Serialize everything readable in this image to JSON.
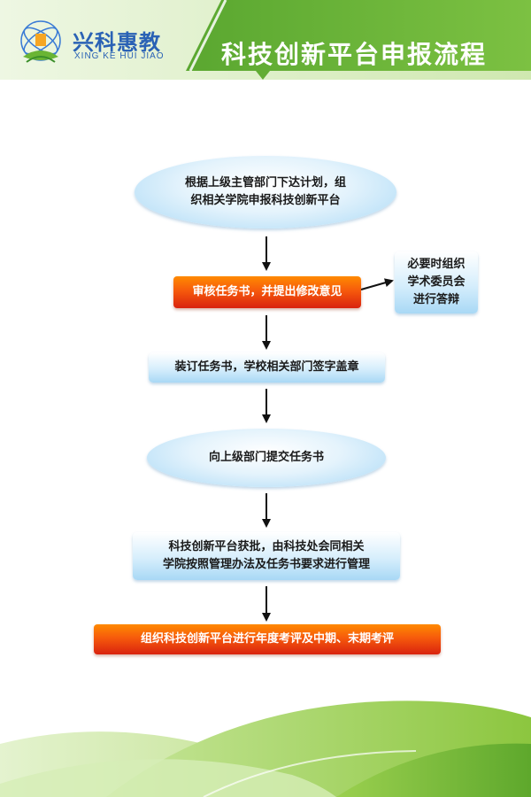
{
  "header": {
    "logo_cn": "兴科惠教",
    "logo_en": "XING KE HUI JIAO",
    "title": "科技创新平台申报流程"
  },
  "flow": {
    "step1": [
      "根据上级主管部门下达计划，组",
      "织相关学院申报科技创新平台"
    ],
    "step2": "审核任务书，并提出修改意见",
    "step2_side": [
      "必要时组织",
      "学术委员会",
      "进行答辩"
    ],
    "step3": "装订任务书，学校相关部门签字盖章",
    "step4": "向上级部门提交任务书",
    "step5": [
      "科技创新平台获批，由科技处会同相关",
      "学院按照管理办法及任务书要求进行管理"
    ],
    "step6": "组织科技创新平台进行年度考评及中期、末期考评"
  },
  "colors": {
    "header_green": "#6db33f",
    "brand_blue": "#2a62b5",
    "ellipse_blue": "#a9d9f6",
    "alert_red": "#e8330f",
    "arrow": "#111111"
  }
}
